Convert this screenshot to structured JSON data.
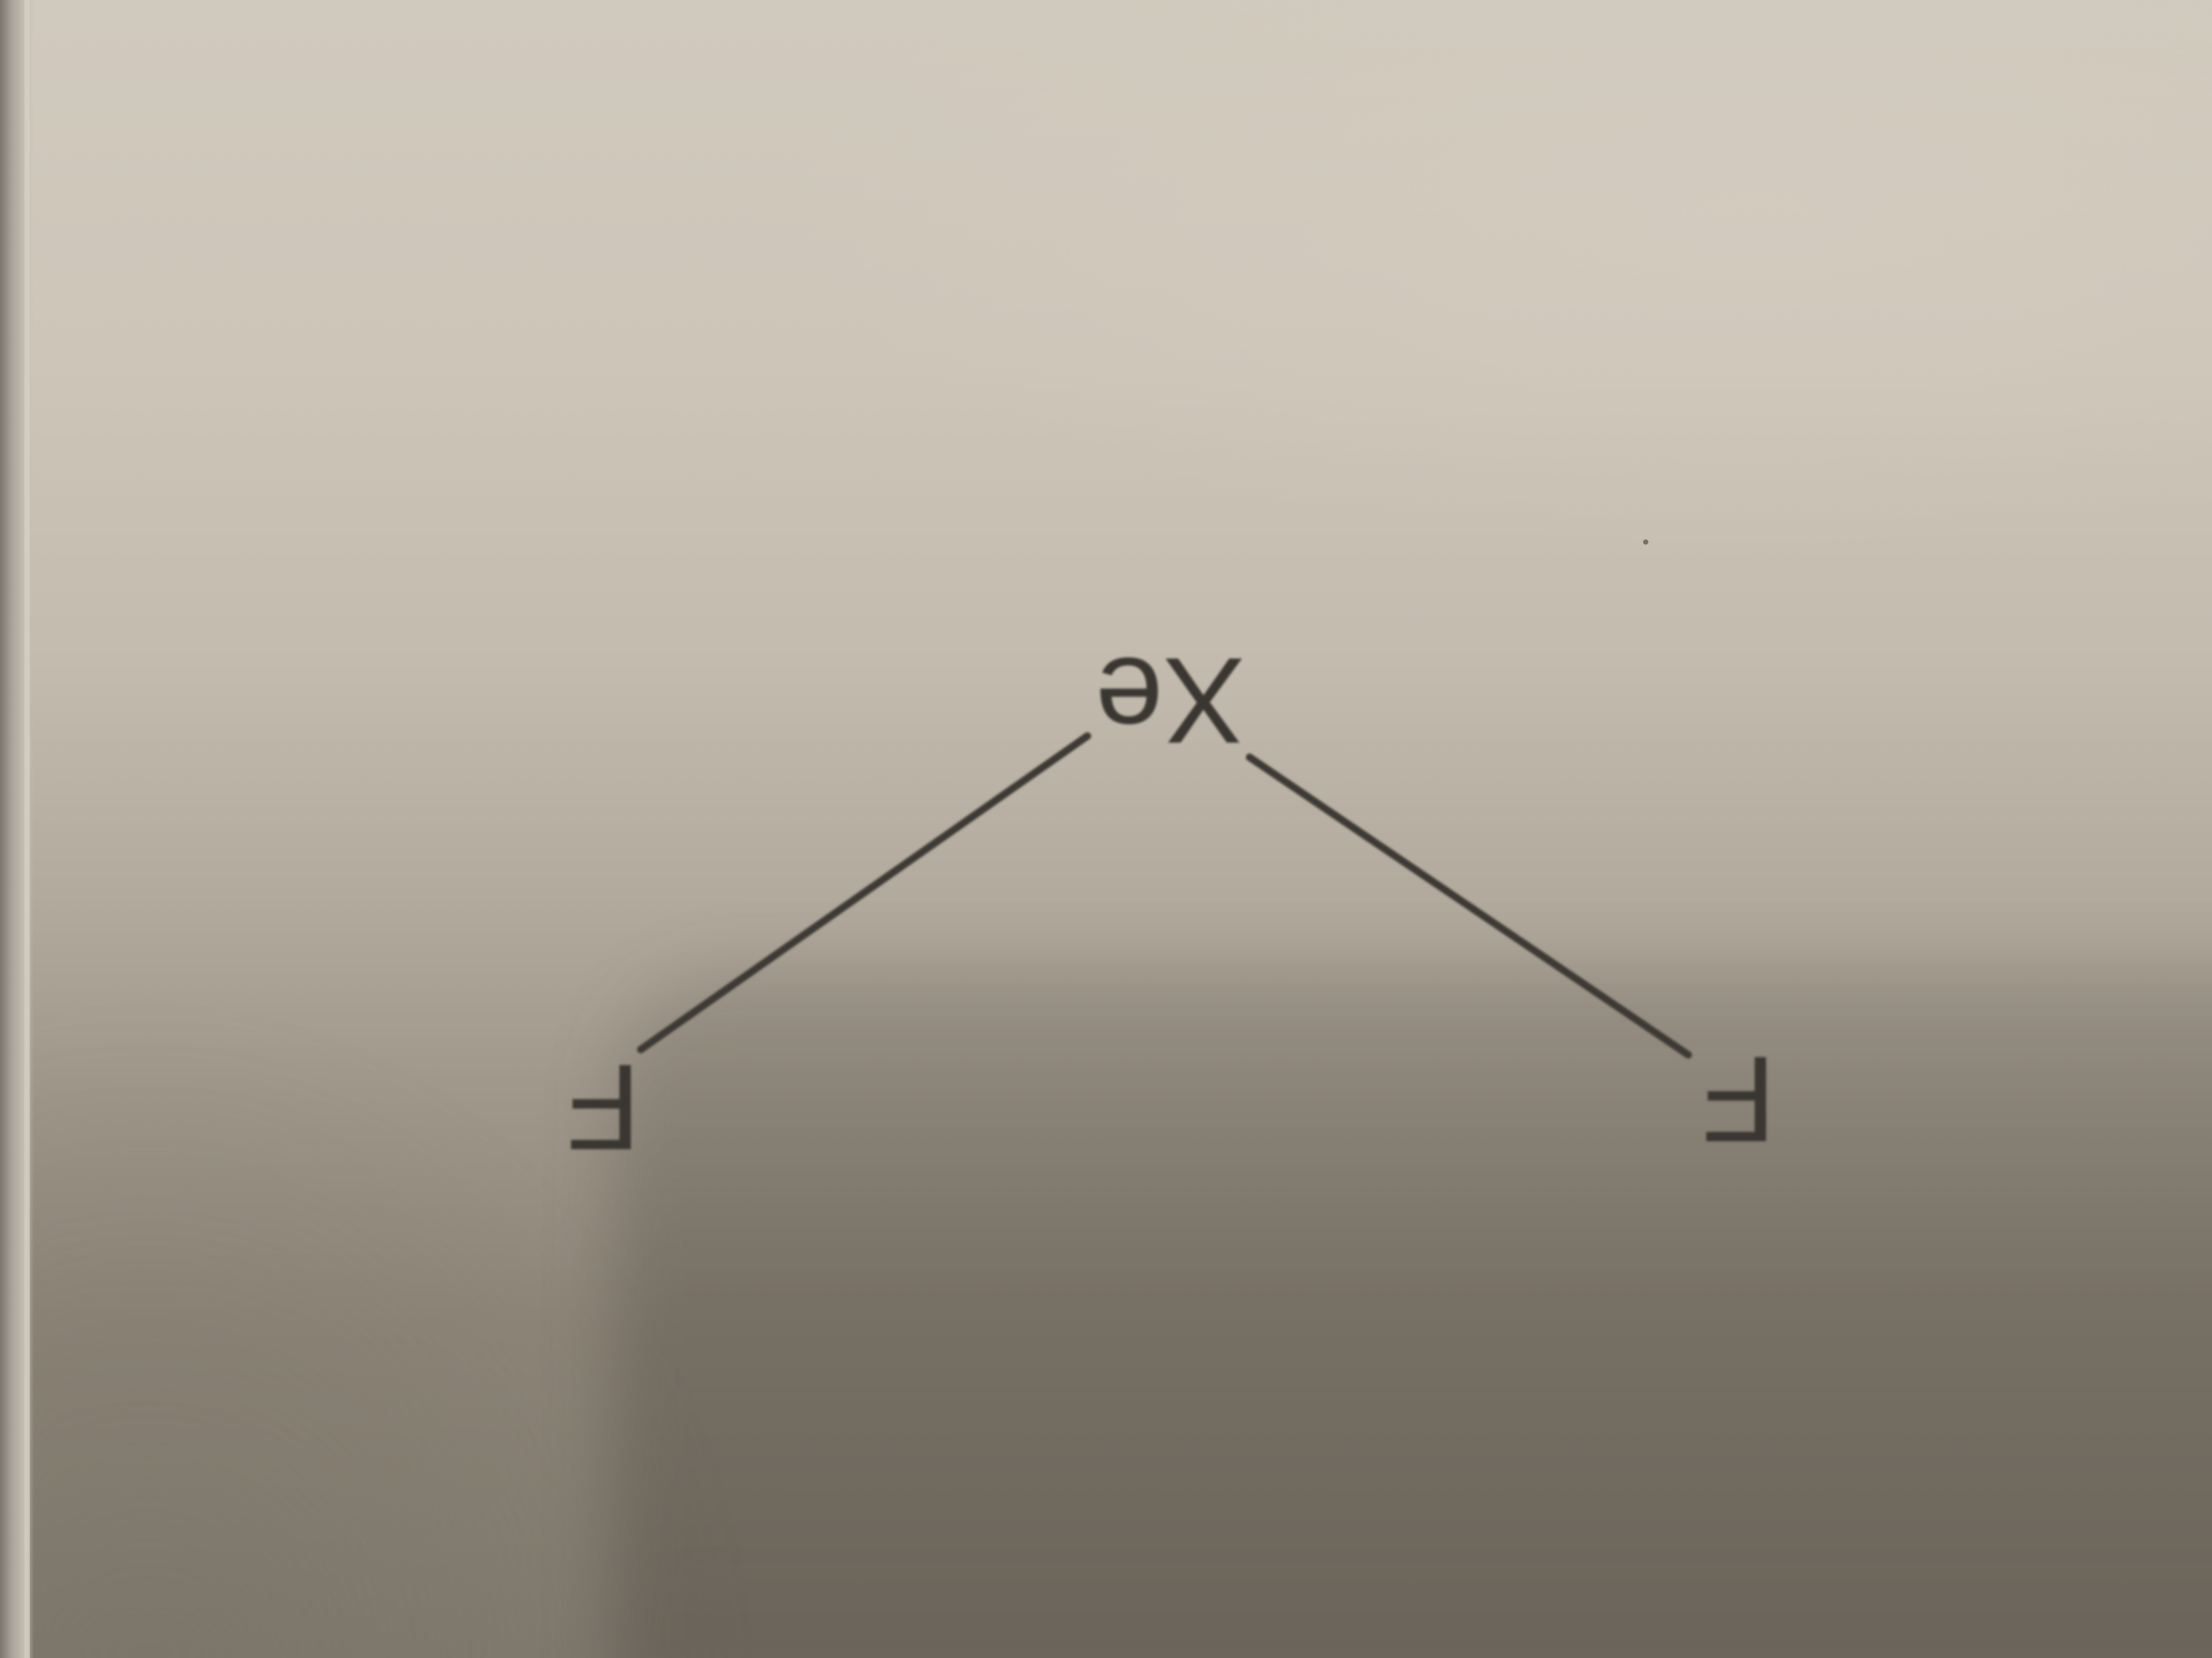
{
  "diagram": {
    "orientation": "rotated 180°",
    "center_atom": "Xe",
    "ligand_left": "F",
    "ligand_right": "F",
    "ink_color": "#3a3732",
    "paper_color": "#cdc5b8"
  }
}
